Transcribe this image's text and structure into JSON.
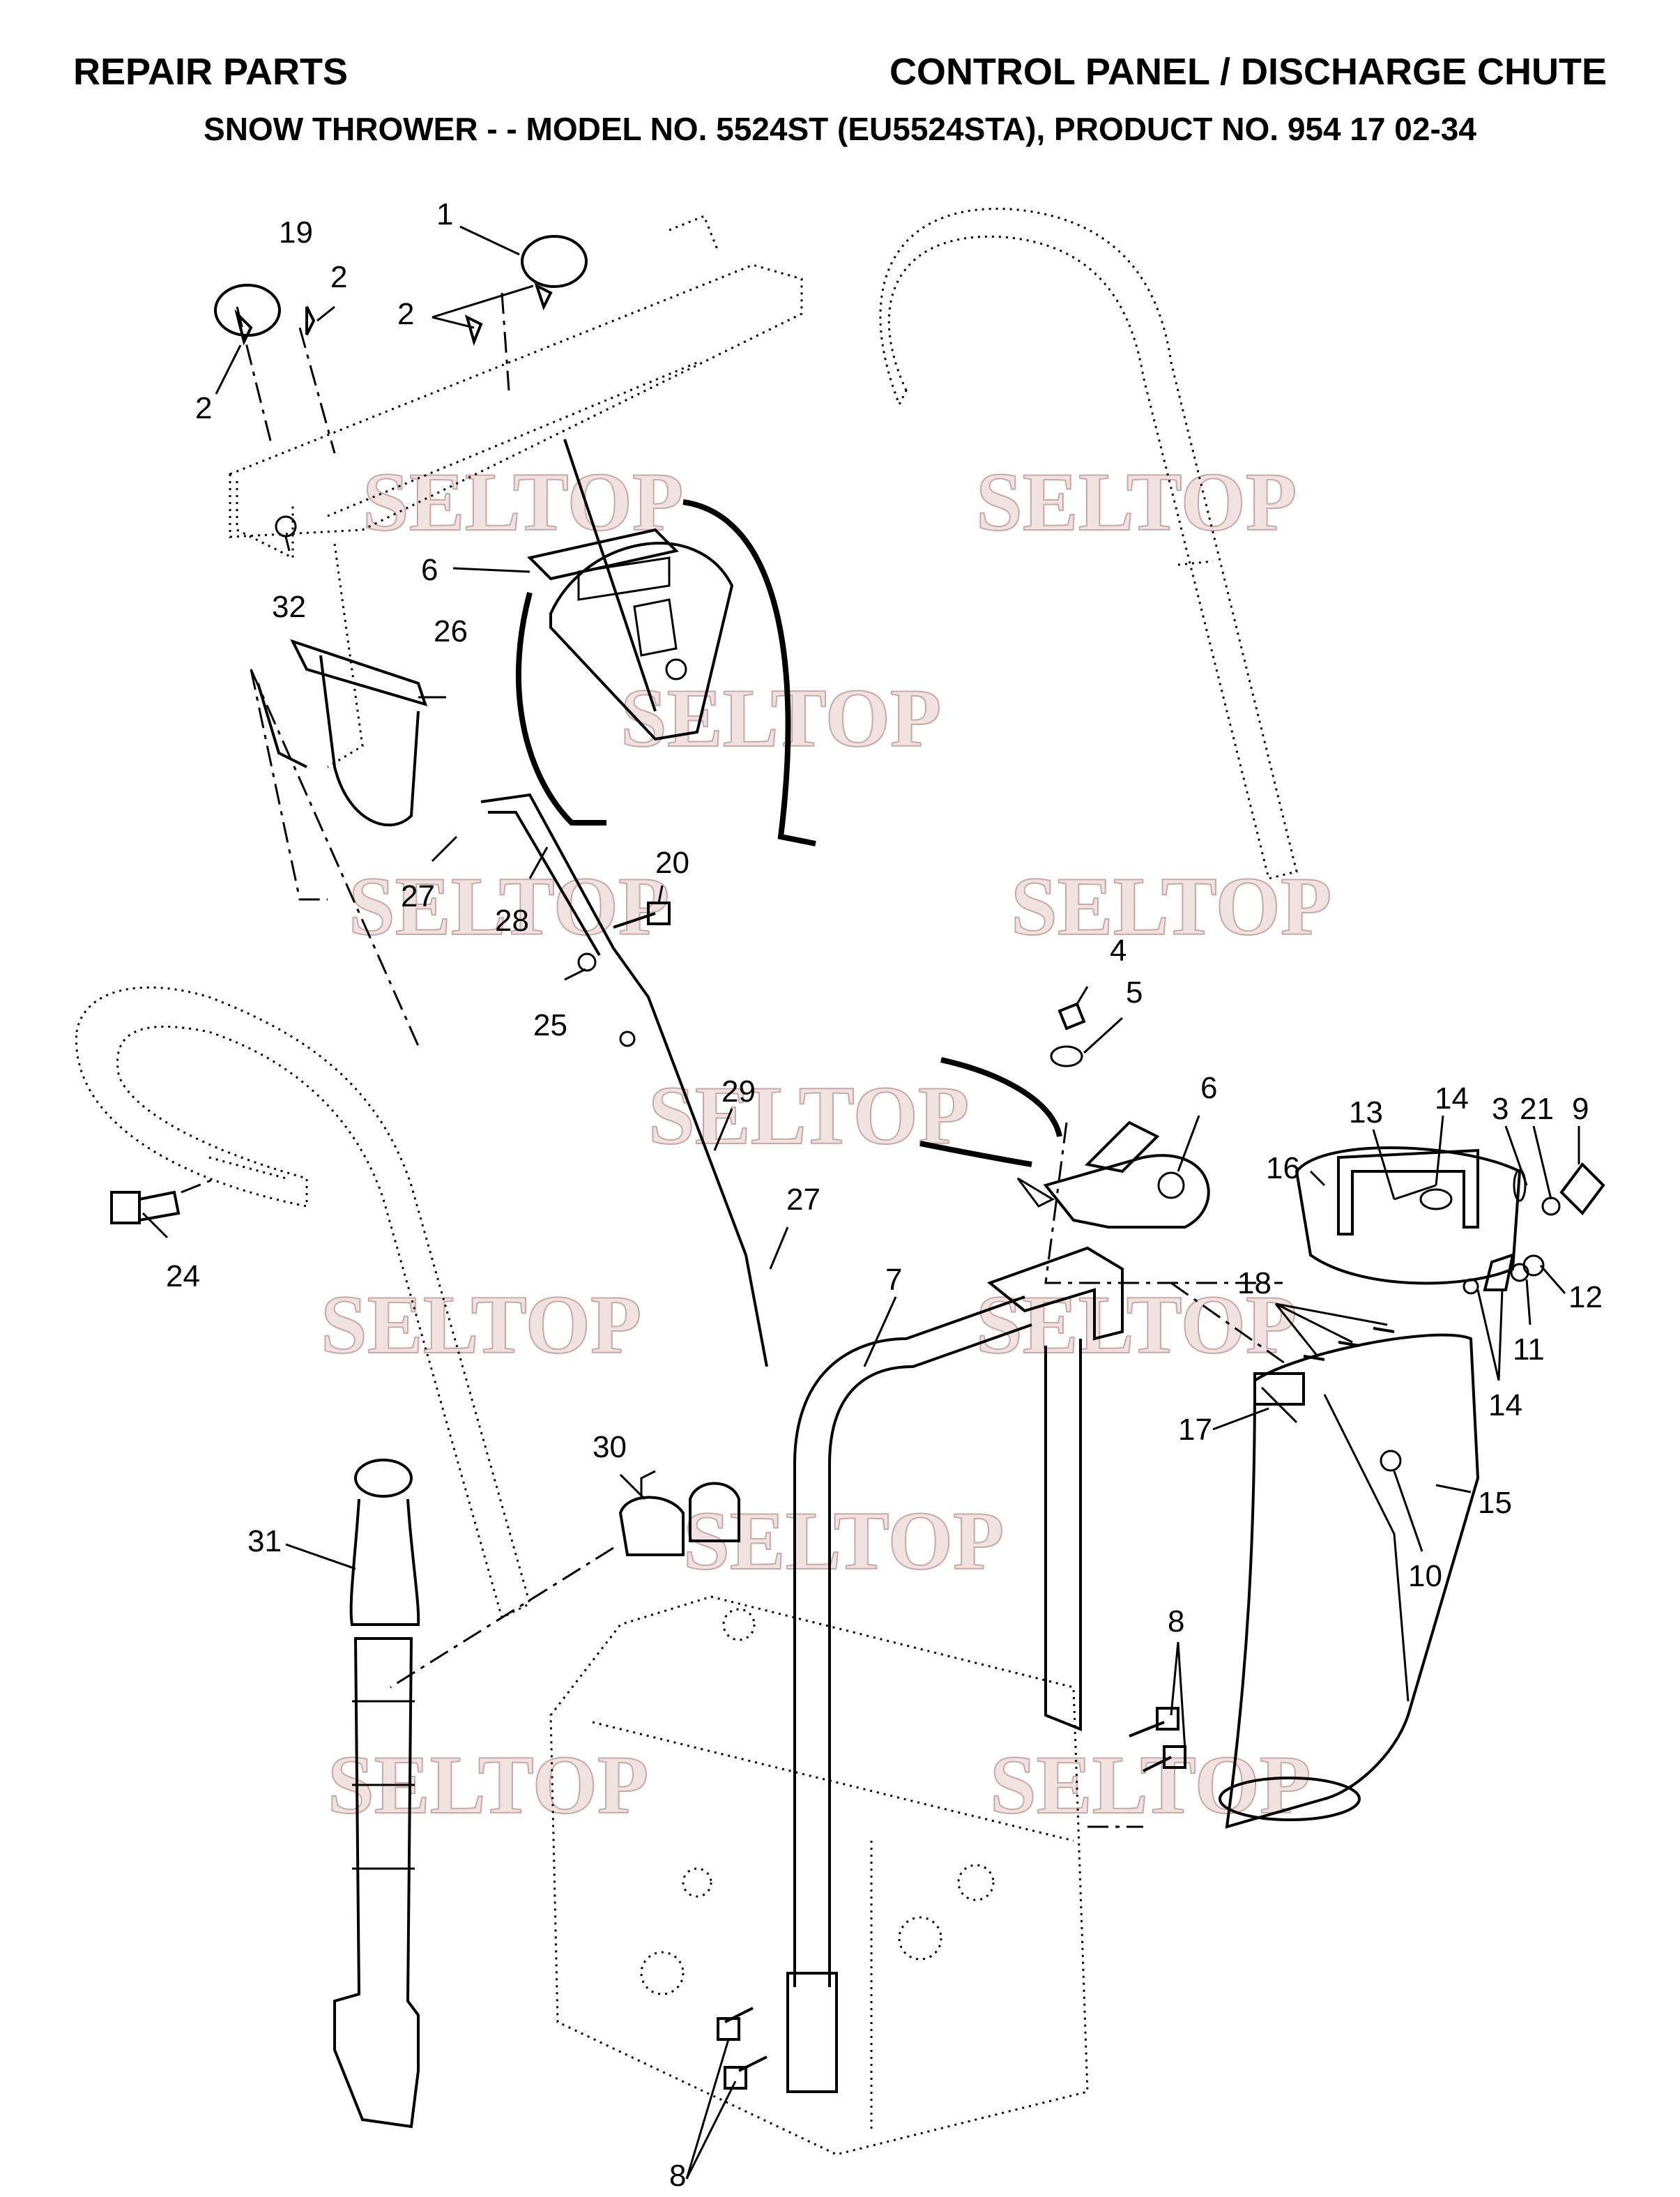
{
  "header": {
    "left": "REPAIR PARTS",
    "right": "CONTROL PANEL / DISCHARGE CHUTE",
    "subtitle": "SNOW THROWER - - MODEL NO. 5524ST (EU5524STA), PRODUCT NO. 954 17 02-34"
  },
  "watermark": "SELTOP",
  "callouts": {
    "c1": "1",
    "c19": "19",
    "c2a": "2",
    "c2b": "2",
    "c2c": "2",
    "c32": "32",
    "c6a": "6",
    "c26": "26",
    "c27a": "27",
    "c28": "28",
    "c20": "20",
    "c25": "25",
    "c4": "4",
    "c5": "5",
    "c6b": "6",
    "c29": "29",
    "c27b": "27",
    "c24": "24",
    "c7": "7",
    "c14a": "14",
    "c13": "13",
    "c3": "3",
    "c21": "21",
    "c9": "9",
    "c16": "16",
    "c18": "18",
    "c12": "12",
    "c11": "11",
    "c14b": "14",
    "c17": "17",
    "c15": "15",
    "c10": "10",
    "c30": "30",
    "c31": "31",
    "c8a": "8",
    "c8b": "8"
  }
}
